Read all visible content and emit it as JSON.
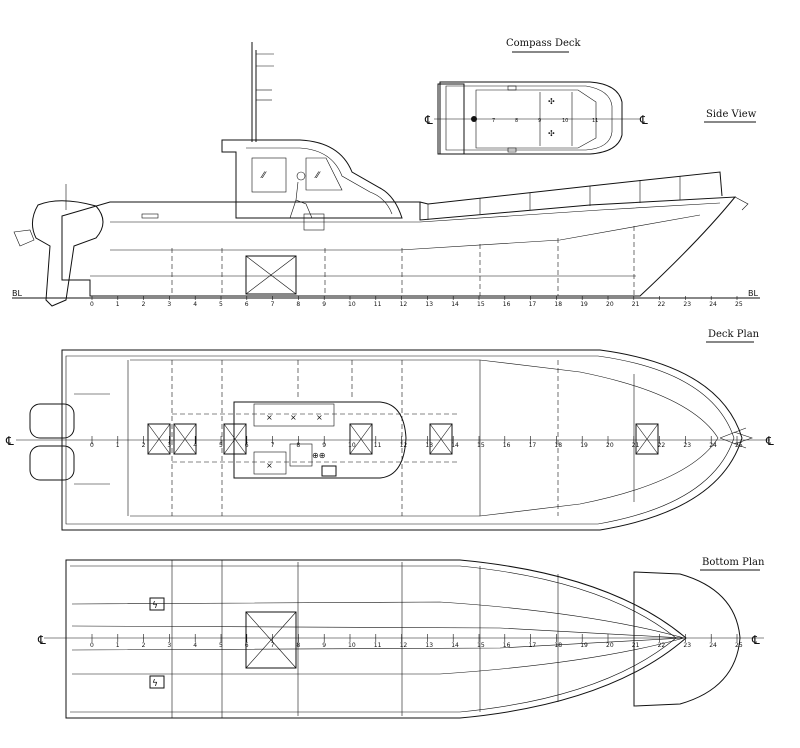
{
  "views": {
    "compass_deck": {
      "title": "Compass Deck",
      "frames": [
        "7",
        "8",
        "9",
        "10",
        "11"
      ]
    },
    "side_view": {
      "title": "Side View",
      "baseline_left": "BL",
      "baseline_right": "BL"
    },
    "deck_plan": {
      "title": "Deck Plan"
    },
    "bottom_plan": {
      "title": "Bottom Plan"
    }
  },
  "frame_labels": [
    "0",
    "1",
    "2",
    "3",
    "4",
    "5",
    "6",
    "7",
    "8",
    "9",
    "10",
    "11",
    "12",
    "13",
    "14",
    "15",
    "16",
    "17",
    "18",
    "19",
    "20",
    "21",
    "22",
    "23",
    "24",
    "25"
  ],
  "centerline_symbol": "℄"
}
